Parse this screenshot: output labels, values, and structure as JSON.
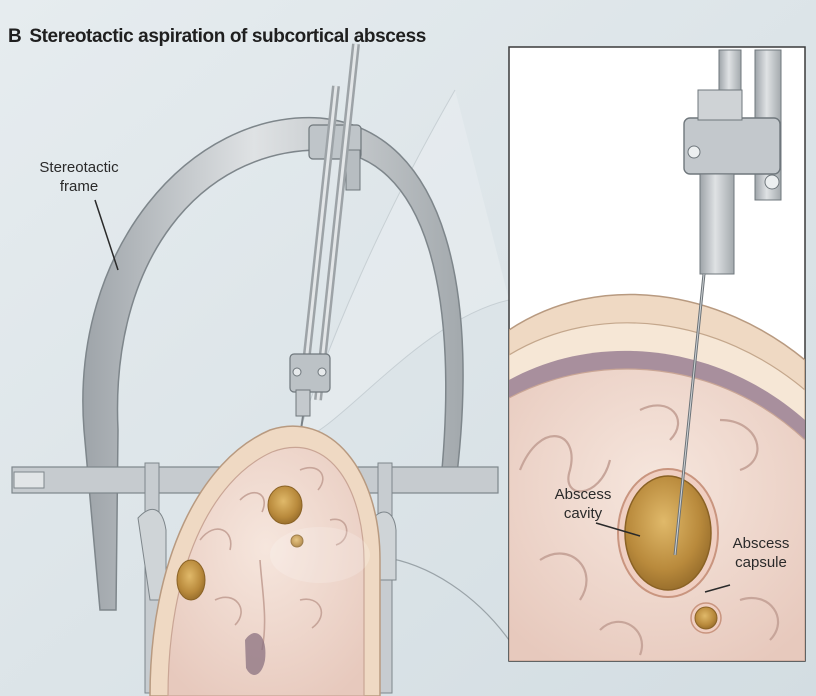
{
  "figure": {
    "panel_letter": "B",
    "title": "Stereotactic aspiration of subcortical abscess"
  },
  "labels": {
    "stereotactic_frame": {
      "line1": "Stereotactic",
      "line2": "frame"
    },
    "abscess_cavity": {
      "line1": "Abscess",
      "line2": "cavity"
    },
    "abscess_capsule": {
      "line1": "Abscess",
      "line2": "capsule"
    }
  },
  "colors": {
    "background": "#dfe6ea",
    "frame_metal": "#c3c8cc",
    "skull": "#efd9c3",
    "brain_tissue": "#f2dfd5",
    "abscess": "#b98a3c",
    "inset_border": "#3a3a3a"
  }
}
